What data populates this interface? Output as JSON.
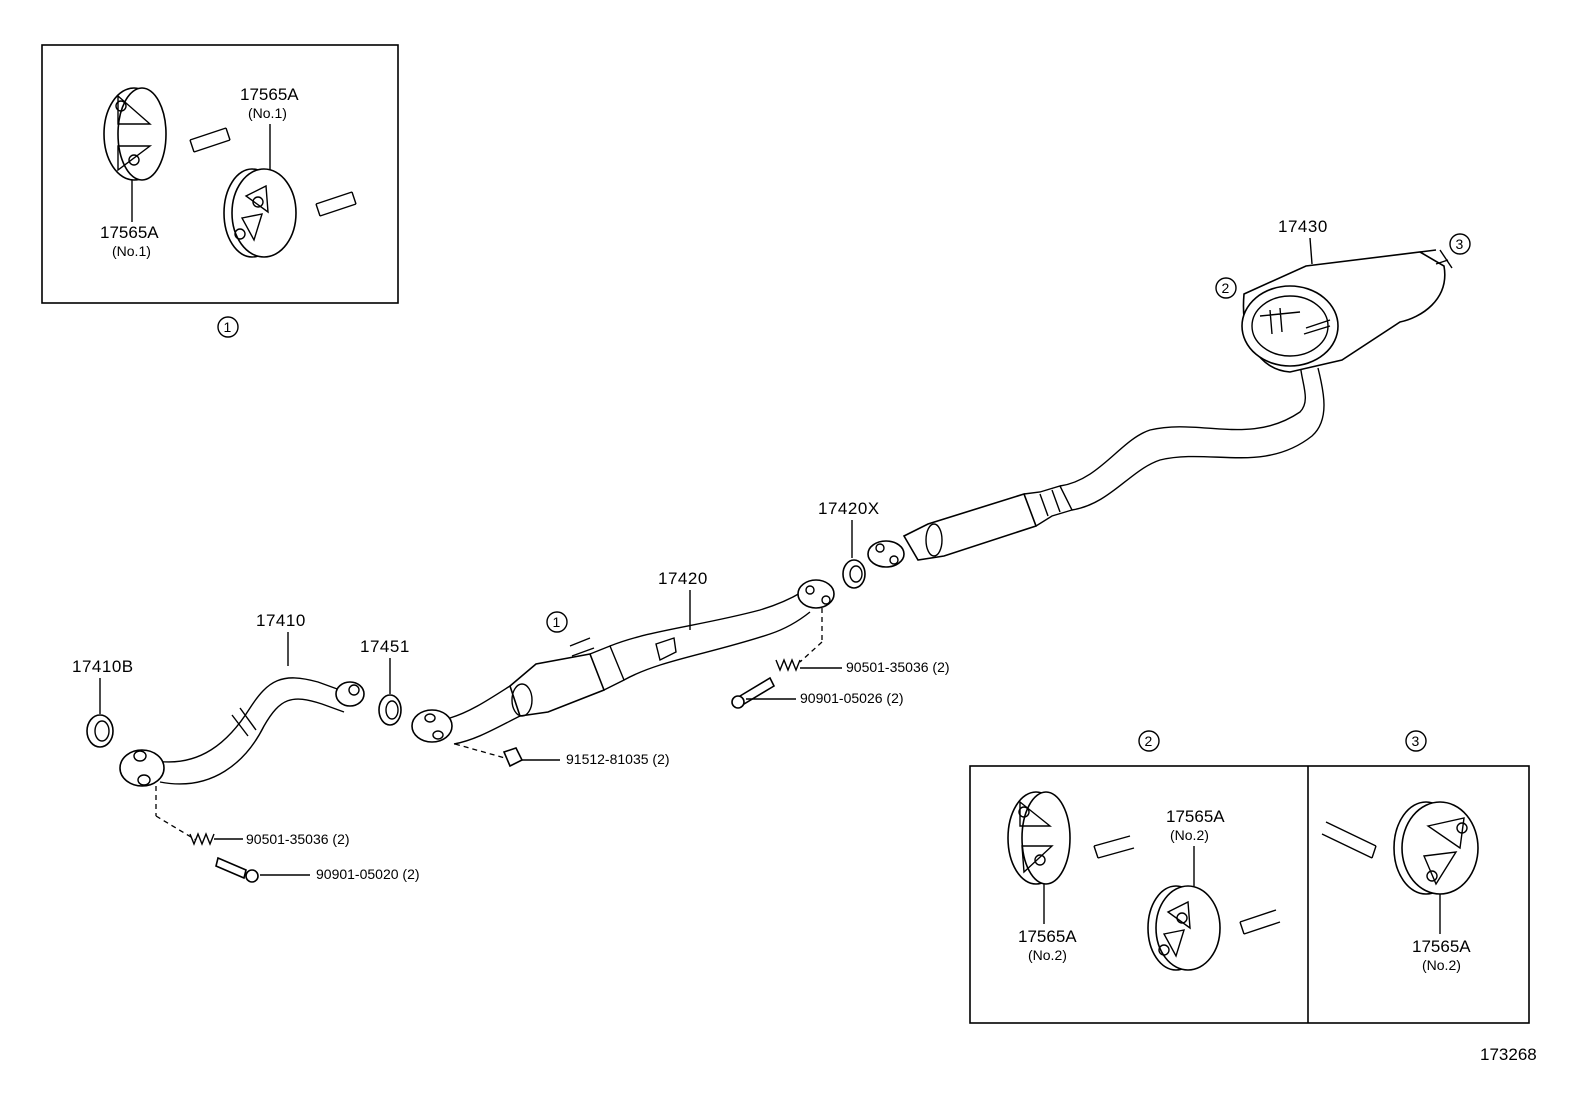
{
  "diagram": {
    "figure_id": "173268",
    "callouts": {
      "c1_top": "1",
      "c1_pipe": "1",
      "c2_muffler": "2",
      "c3_muffler": "3",
      "c2_box": "2",
      "c3_box": "3"
    },
    "parts": {
      "p17410B": "17410B",
      "p17410": "17410",
      "p17451": "17451",
      "p17420": "17420",
      "p17420X": "17420X",
      "p17430": "17430",
      "spring_front": "90501-35036 (2)",
      "bolt_front": "90901-05020 (2)",
      "nut_mid": "91512-81035 (2)",
      "spring_mid": "90501-35036 (2)",
      "bolt_mid": "90901-05026 (2)"
    },
    "inset1": {
      "hanger_top_label": "17565A",
      "hanger_top_sub": "(No.1)",
      "hanger_left_label": "17565A",
      "hanger_left_sub": "(No.1)"
    },
    "inset2": {
      "hanger_right_label": "17565A",
      "hanger_right_sub": "(No.2)",
      "hanger_left_label": "17565A",
      "hanger_left_sub": "(No.2)"
    },
    "inset3": {
      "hanger_label": "17565A",
      "hanger_sub": "(No.2)"
    }
  }
}
